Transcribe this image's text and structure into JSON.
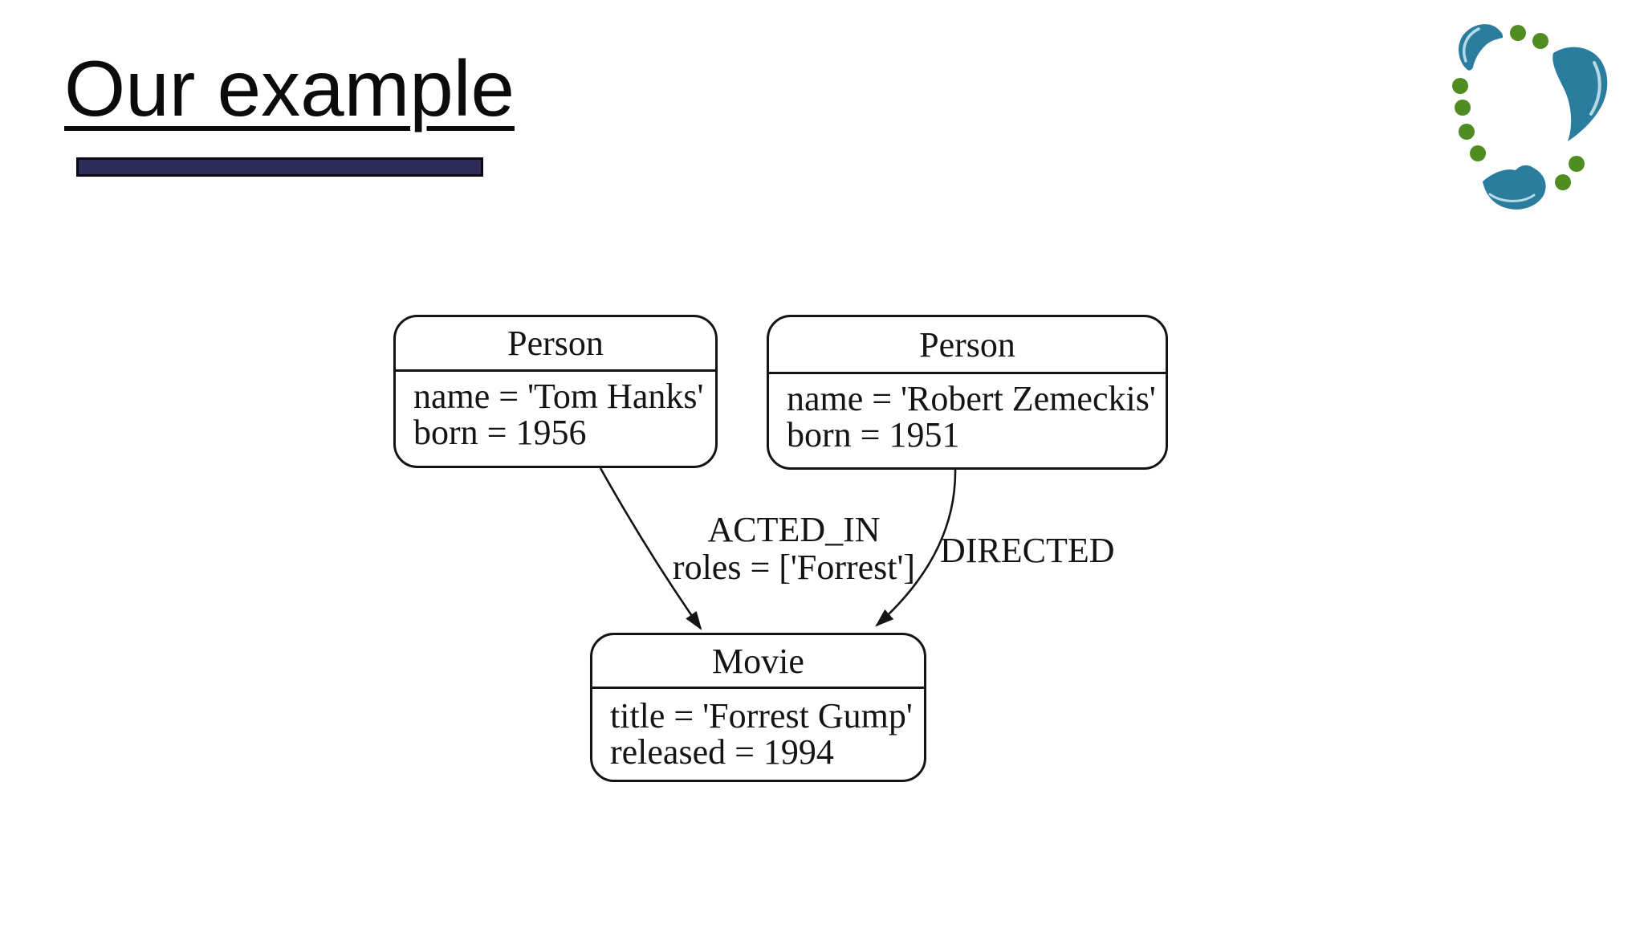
{
  "slide": {
    "title": "Our example",
    "background_color": "#ffffff",
    "accent_bar_color": "#302a56"
  },
  "logo": {
    "name": "leaf-ring-logo",
    "teal_color": "#2b7d9e",
    "green_color": "#4f8c21",
    "highlight_color": "#cfe9f2"
  },
  "diagram": {
    "type": "property-graph",
    "nodes": [
      {
        "id": "person1",
        "label": "Person",
        "properties": [
          "name = 'Tom Hanks'",
          "born = 1956"
        ]
      },
      {
        "id": "person2",
        "label": "Person",
        "properties": [
          "name = 'Robert Zemeckis'",
          "born = 1951"
        ]
      },
      {
        "id": "movie",
        "label": "Movie",
        "properties": [
          "title = 'Forrest Gump'",
          "released = 1994"
        ]
      }
    ],
    "edges": [
      {
        "from": "person1",
        "to": "movie",
        "label": "ACTED_IN",
        "properties": "roles = ['Forrest']"
      },
      {
        "from": "person2",
        "to": "movie",
        "label": "DIRECTED",
        "properties": ""
      }
    ]
  }
}
